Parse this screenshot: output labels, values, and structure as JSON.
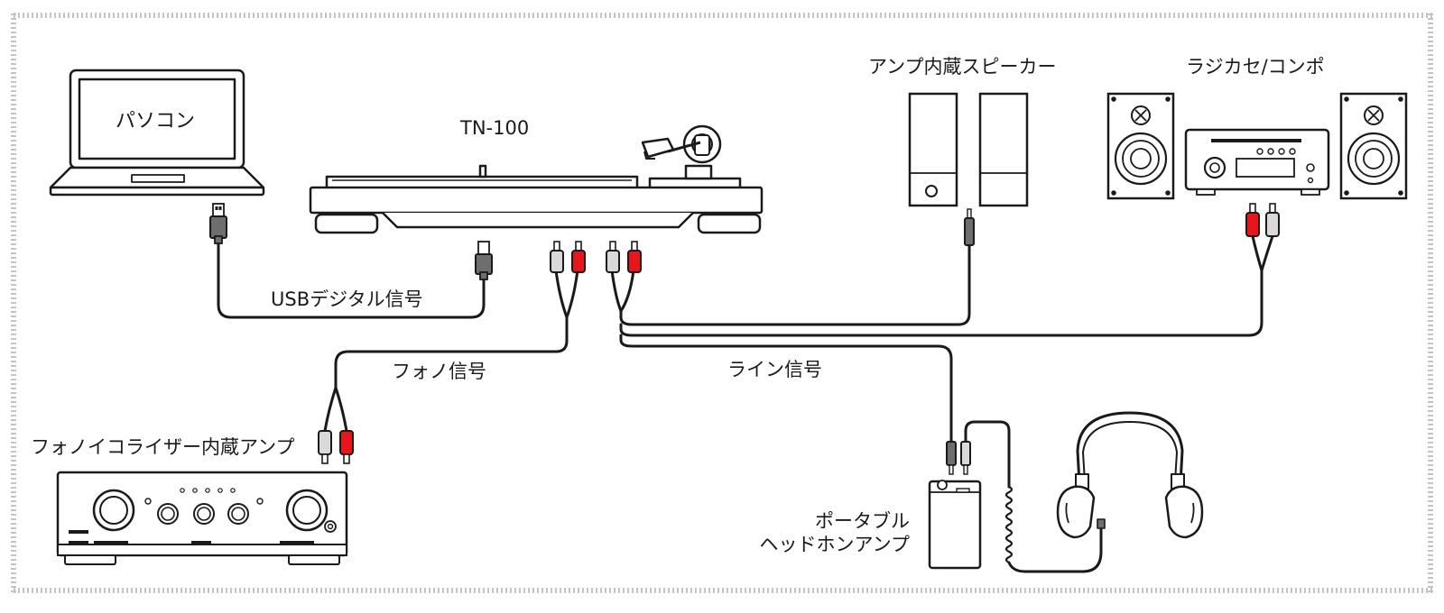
{
  "labels": {
    "pc": "パソコン",
    "turntable": "TN-100",
    "powered_speaker": "アンプ内蔵スピーカー",
    "radio_combo": "ラジカセ/コンポ",
    "usb_signal": "USBデジタル信号",
    "phono_signal": "フォノ信号",
    "line_signal": "ライン信号",
    "phono_amp": "フォノイコライザー内蔵アンプ",
    "portable_amp_line1": "ポータブル",
    "portable_amp_line2": "ヘッドホンアンプ"
  },
  "colors": {
    "line": "#1a1a1a",
    "rca_red": "#e8151b",
    "rca_white": "#d9d9d9",
    "plug_gray": "#6e6e6e",
    "border": "#bdbdbd"
  }
}
